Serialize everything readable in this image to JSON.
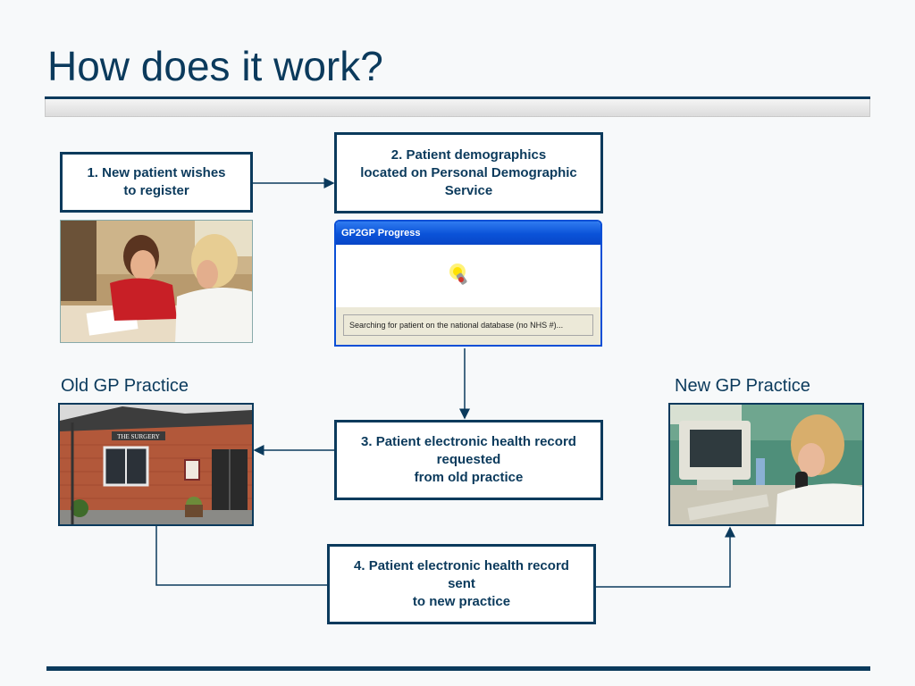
{
  "slide": {
    "title": "How does it work?"
  },
  "steps": {
    "step1": "1. New patient wishes\nto register",
    "step2": "2. Patient demographics\nlocated on Personal Demographic\nService",
    "step3": "3. Patient electronic health record\nrequested\nfrom old practice",
    "step4": "4. Patient electronic health record\nsent\nto new practice"
  },
  "captions": {
    "old_practice": "Old GP Practice",
    "new_practice": "New GP Practice"
  },
  "progress_window": {
    "title": "GP2GP Progress",
    "status": "Searching for patient on the national database (no NHS #)..."
  },
  "photos": {
    "surgery_sign": "THE SURGERY"
  },
  "colors": {
    "navy": "#0b3a5c",
    "xp_blue": "#0a52d8"
  }
}
